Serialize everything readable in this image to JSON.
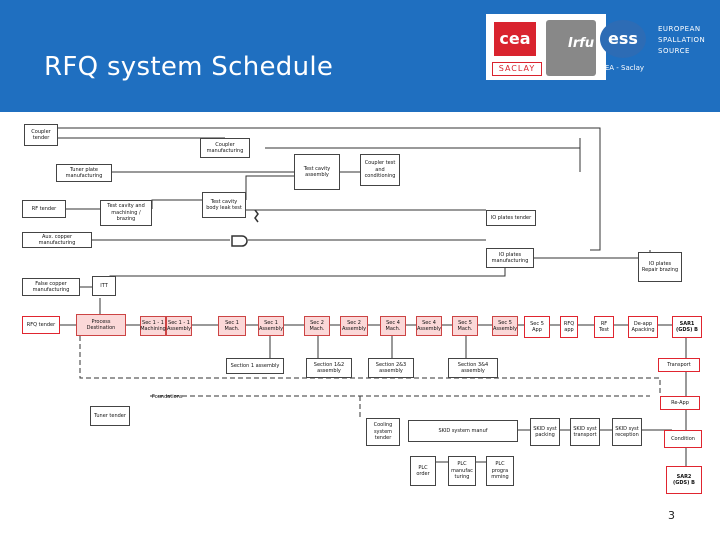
{
  "header": {
    "title": "RFQ system Schedule",
    "logos": {
      "cea": "cea",
      "saclay": "SACLAY",
      "irfu": "Irfu",
      "ess_sub": "CEA - Saclay",
      "ess_mark": "ess",
      "ess_name_1": "EUROPEAN",
      "ess_name_2": "SPALLATION",
      "ess_name_3": "SOURCE"
    }
  },
  "boxes": {
    "coupler_tender": "Coupler tender",
    "coupler_manufacturing": "Coupler manufacturing",
    "tuner_plate_manufacturing": "Tuner plate manufacturing",
    "test_cavity_assembly": "Test cavity assembly",
    "coupler_test_conditioning": "Coupler test and conditioning",
    "rf_tender": "RF tender",
    "test_cavity_machining": "Test cavity and machining / brazing",
    "test_cavity_body_leak_test": "Test cavity body leak test",
    "io_plates_tender": "IO plates tender",
    "aux_copper_manufacturing": "Aux. copper manufacturing",
    "io_plates_manufacturing": "IO plates manufacturing",
    "io_plates_repair": "IO plates Repair brazing",
    "false_copper_manufacturing": "False copper manufacturing",
    "itt": "ITT",
    "rfq_tender": "RFQ tender",
    "process_destination": "Process Destination",
    "sec1_a": "Sec 1 - 1 Machining",
    "sec1_b": "Sec 1 - 1 Assembly",
    "sec1_c": "Sec 1 Mach.",
    "sec1_d": "Sec 1 Assembly",
    "sec2_a": "Sec 2 Mach.",
    "sec2_b": "Sec 2 Assembly",
    "sec3_a": "Sec 4 Mach.",
    "sec3_b": "Sec 4 Assembly",
    "sec4_a": "Sec 5 Mach.",
    "sec4_b": "Sec 5 Assembly",
    "sec5_app": "Sec 5 App",
    "rfq_app": "RFQ app",
    "rf_test": "RF Test",
    "de_app_packing": "De-app Apacking",
    "sar1": "SAR1 (GDS) B",
    "section1_assembly": "Section 1 assembly",
    "section12_assembly": "Section 1&2 assembly",
    "section23_assembly": "Section 2&3 assembly",
    "section34_assembly": "Section 3&4 assembly",
    "transport": "Transport",
    "foundations": "Foundations",
    "re_app": "Re-App",
    "tuner_tender": "Tuner tender",
    "cooling_tender": "Cooling system tender",
    "skid_system": "SKID system manuf",
    "skid_packing": "SKID syst packing",
    "skid_transport": "SKID syst transport",
    "skid_reception": "SKID syst reception",
    "condition": "Condition",
    "plc_order": "PLC order",
    "plc_manufacturing": "PLC manufac turing",
    "plc_programming": "PLC progra mming",
    "sar2": "SAR2 (GDS) B"
  },
  "page_number": "3"
}
